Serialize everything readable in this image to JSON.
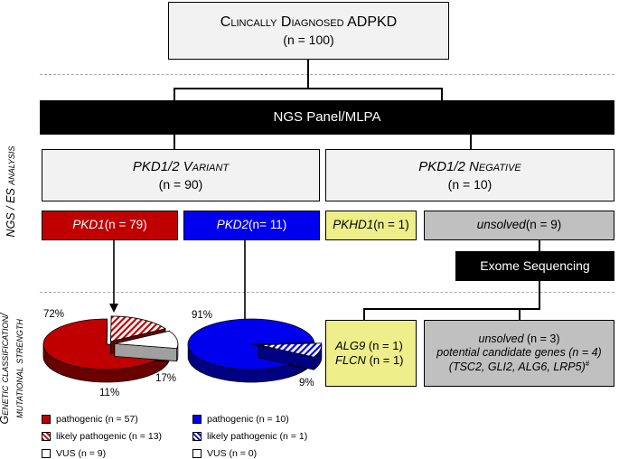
{
  "top": {
    "title": "Clincally Diagnosed ADPKD",
    "count": "(n = 100)"
  },
  "ngs_bar": "NGS Panel/MLPA",
  "side_labels": {
    "upper": "NGS / ES analysis",
    "lower_1": "Genetic classification/",
    "lower_2": "mutational strength"
  },
  "variant": {
    "title_gene": "PKD1/2",
    "title_rest": "Variant",
    "count": "(n = 90)"
  },
  "negative": {
    "title_gene": "PKD1/2",
    "title_rest": "Negative",
    "count": "(n = 10)"
  },
  "pkd1": {
    "gene": "PKD1",
    "count": " (n = 79)",
    "color": "#c00000"
  },
  "pkd2": {
    "gene": "PKD2",
    "count": " = 11)",
    "prefix_n": " (n",
    "color": "#0000ee"
  },
  "pkhd1": {
    "gene": "PKHD1",
    "count": " (n = 1)",
    "color": "#eeee8a"
  },
  "unsolved9": {
    "word": "unsolved",
    "count": " (n = 9)",
    "color": "#c0c0c0"
  },
  "exome": "Exome Sequencing",
  "alg_box": {
    "l1_gene": "ALG9",
    "l1_count": " (n = 1)",
    "l2_gene": "FLCN",
    "l2_count": " (n = 1)"
  },
  "unsolved3": {
    "l1_word": "unsolved",
    "l1_count": " (n = 3)",
    "l2": "potential candidate genes (n = 4)",
    "l3": "(TSC2, GLI2, ALG6, LRP5)",
    "l3_sup": "#"
  },
  "chart_data": [
    {
      "type": "pie",
      "categories": [
        "pathogenic",
        "likely pathogenic",
        "VUS"
      ],
      "values": [
        57,
        13,
        9
      ],
      "percent_labels": [
        "72%",
        "17%",
        "11%"
      ],
      "colors": [
        "#c00000",
        "#c00000",
        "#ffffff"
      ]
    },
    {
      "type": "pie",
      "categories": [
        "pathogenic",
        "likely pathogenic",
        "VUS"
      ],
      "values": [
        10,
        1,
        0
      ],
      "percent_labels": [
        "91%",
        "9%"
      ],
      "colors": [
        "#0000ee",
        "#0000ee",
        "#ffffff"
      ]
    }
  ],
  "legend_left": [
    {
      "label": "pathogenic (n = 57)",
      "style": "solid",
      "color": "#c00000"
    },
    {
      "label": "likely pathogenic (n = 13)",
      "style": "hatch",
      "color": "#c00000"
    },
    {
      "label": "VUS (n = 9)",
      "style": "empty",
      "color": "#ffffff"
    }
  ],
  "legend_right": [
    {
      "label": "pathogenic (n = 10)",
      "style": "solid",
      "color": "#0000ee"
    },
    {
      "label": "likely pathogenic (n = 1)",
      "style": "hatch",
      "color": "#0000ee"
    },
    {
      "label": "VUS (n = 0)",
      "style": "empty",
      "color": "#ffffff"
    }
  ]
}
